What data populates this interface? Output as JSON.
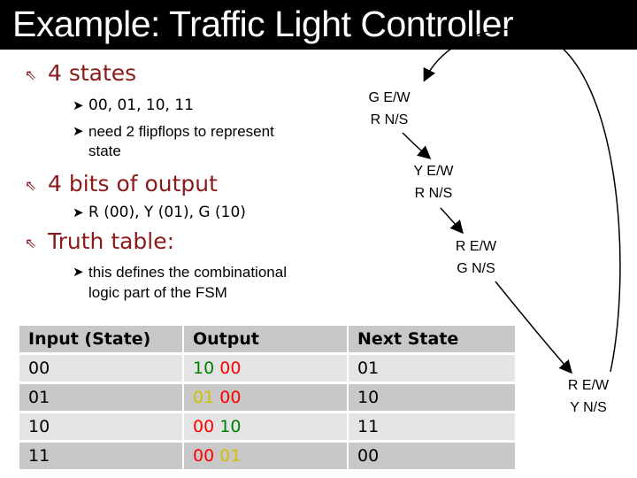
{
  "title": "Example:  Traffic Light Controller",
  "bullets": [
    {
      "text": "4 states",
      "subs": [
        "00, 01, 10, 11",
        "need 2 flipflops to represent",
        "state"
      ]
    },
    {
      "text": "4 bits of output",
      "subs": [
        "R (00), Y (01), G (10)"
      ]
    },
    {
      "text": "Truth table:",
      "subs": [
        "this defines the combinational",
        "logic part of the FSM"
      ]
    }
  ],
  "states": [
    {
      "line1": "G E/W",
      "line2": "R N/S"
    },
    {
      "line1": "Y E/W",
      "line2": "R N/S"
    },
    {
      "line1": "R E/W",
      "line2": "G N/S"
    },
    {
      "line1": "R E/W",
      "line2": "Y N/S"
    }
  ],
  "table": {
    "headers": [
      "Input (State)",
      "Output",
      "Next State"
    ],
    "rows": [
      {
        "input": "00",
        "out_a": "10",
        "out_b": "00",
        "next": "01"
      },
      {
        "input": "01",
        "out_a": "01",
        "out_b": "00",
        "next": "10"
      },
      {
        "input": "10",
        "out_a": "00",
        "out_b": "10",
        "next": "11"
      },
      {
        "input": "11",
        "out_a": "00",
        "out_b": "01",
        "next": "00"
      }
    ]
  },
  "colors": {
    "red": "#ff0000",
    "green": "#008000",
    "yellow": "#d4c000",
    "bullet": "#8b1a1a"
  }
}
